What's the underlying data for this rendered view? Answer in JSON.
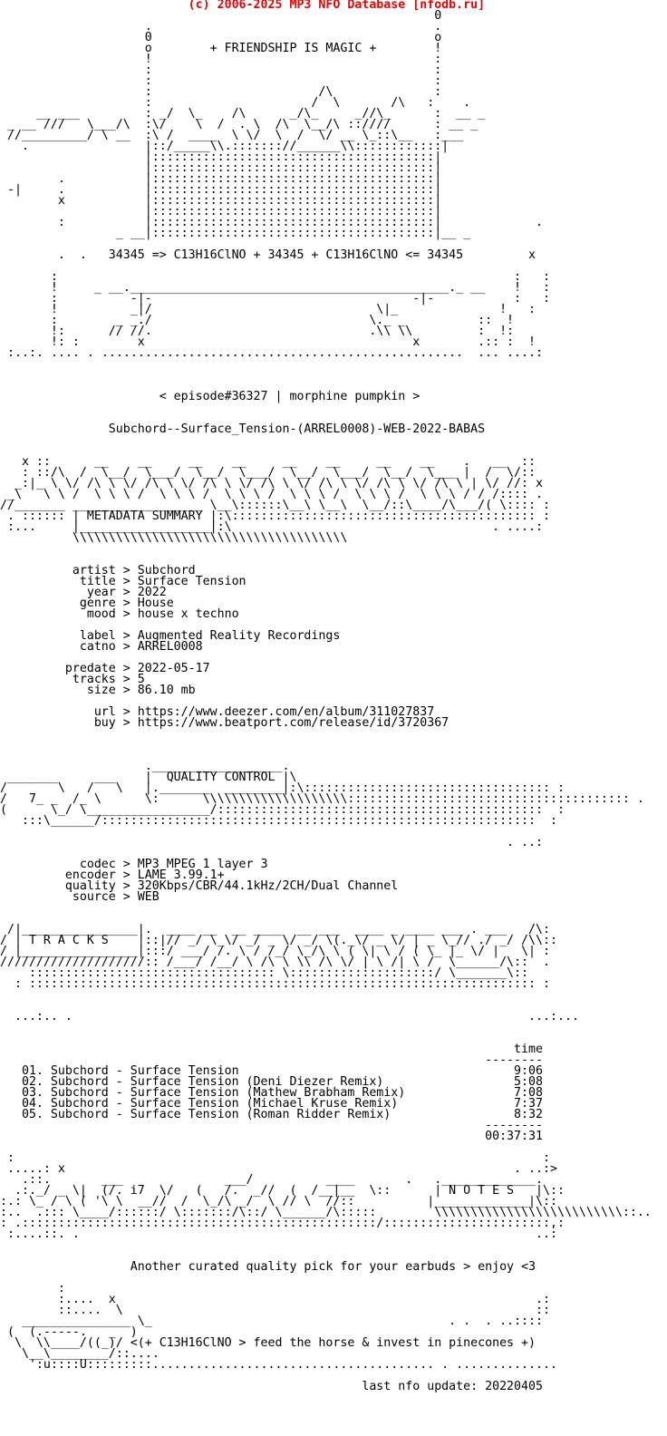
{
  "site": {
    "copyright_line": "                          (c) 2006-2025 MP3 NFO Database [nfodb.ru]",
    "copyright_text": "(c) 2006-2025 MP3 NFO Database [nfodb.ru]",
    "accent_color": "#ee0000",
    "text_color": "#000000",
    "background_color": "#ffffff"
  },
  "nfo_meta": {
    "slogan": "+ FRIENDSHIP IS MAGIC +",
    "chem_line": "34345 => C13H16ClNO + 34345 + C13H16ClNO <= 34345",
    "episode_line": "< episode#36327 | morphine pumpkin >",
    "release_name": "Subchord--Surface_Tension-(ARREL0008)-WEB-2022-BABAS",
    "section_metadata": "METADATA SUMMARY",
    "section_quality": "QUALITY CONTROL",
    "section_tracks": "T R A C K S",
    "section_notes": "N O T E S",
    "notes_line": "Another curated quality pick for your earbuds > enjoy <3",
    "horse_line": "<(+ C13H16ClNO > feed the horse & invest in pinecones +)",
    "last_update_line": "last nfo update: 20220405",
    "last_update": "20220405"
  },
  "release": {
    "artist": "Subchord",
    "title": "Surface Tension",
    "year": "2022",
    "genre": "House",
    "mood": "house x techno",
    "label": "Augmented Reality Recordings",
    "catno": "ARREL0008",
    "predate": "2022-05-17",
    "tracks": "5",
    "size": "86.10 mb",
    "url": "https://www.deezer.com/en/album/311027837",
    "buy": "https://www.beatport.com/release/id/3720367"
  },
  "quality": {
    "codec": "MP3 MPEG 1 layer 3",
    "encoder": "LAME 3.99.1+",
    "quality": "320Kbps/CBR/44.1kHz/2CH/Dual Channel",
    "source": "WEB"
  },
  "tracklist": {
    "time_header": "time",
    "total_time": "00:37:31",
    "tracks": [
      {
        "num": "01",
        "title": "Subchord - Surface Tension",
        "time": "9:06"
      },
      {
        "num": "02",
        "title": "Subchord - Surface Tension (Deni Diezer Remix)",
        "time": "5:08"
      },
      {
        "num": "03",
        "title": "Subchord - Surface Tension (Mathew Brabham Remix)",
        "time": "7:08"
      },
      {
        "num": "04",
        "title": "Subchord - Surface Tension (Michael Kruse Remix)",
        "time": "7:37"
      },
      {
        "num": "05",
        "title": "Subchord - Surface Tension (Roman Ridder Remix)",
        "time": "8:32"
      }
    ]
  },
  "nfo_body_lines": [
    "                                                            0",
    "                    .                                       .",
    "                    0                                       o",
    "                    o        + FRIENDSHIP IS MAGIC +        !",
    "                    !                                       :",
    "                    :                                       :",
    "                    :                                       :",
    "                    :                       /\\              :",
    "                    :                      /  \\       /\\   :    .",
    "     __ ___         : _/  \\_    /\\      _/\\_     _//\\_      :  __ _",
    " _ __ ///   \\___/\\  :\\/    \\  /  . \\  /\\  \\__/\\ ::////      : __ _",
    " //_________/ \\ __  :\\ /  ____  \\ \\/  \\  /  \\/ __ \\_::\\__   :___",
    "   .                |::/_____\\\\.::::::://______\\\\::::::::::::|",
    "                    |:::::::::::::::::::::::::::::::::::::::|",
    "                    |:::::::::::::::::::::::::::::::::::::::|",
    "        .           |:::::::::::::::::::::::::::::::::::::::|",
    " -|     .           |:::::::::::::::::::::::::::::::::::::::|",
    "        x           |:::::::::::::::::::::::::::::::::::::::|",
    "                    |:::::::::::::::::::::::::::::::::::::::|",
    "        :           |:::::::::::::::::::::::::::::::::::::::|             .",
    "                _ __|:::::::::::::::::::::::::::::::::::::::|__ _",
    "",
    "        .  .   34345 => C13H16ClNO + 34345 + C13H16ClNO <= 34345         x",
    "",
    "       :                                                               :   :",
    "       !     _ __.____________________________________________._ __    !   :",
    "       :          -|-                                    -|-           :   :",
    "       !          _|/                               \\|_              !   :",
    "       :        _ _./                              \\._ _          ::  !",
    "       !:      // //.                              .\\\\ \\\\         :  !:",
    "       !: :        x                                     x        .:: :  !",
    " :..:. .... . ..................................................  ... ....:",
    "",
    "",
    "",
    "                      < episode#36327 | morphine pumpkin >",
    "",
    "",
    "               Subchord--Surface_Tension-(ARREL0008)-WEB-2022-BABAS",
    "",
    "",
    "   x ::      __    __     __    __     __    __     __    __    .   __  ::",
    "   : ::/\\  /  \\__/  \\___/  \\__/  \\___/  \\__/  \\___/  \\__/  \\___ |  /  \\/::",
    "  _:|_ \\ \\/ /\\ \\ \\/ /\\ \\ \\/ /\\ \\ \\/ /\\ \\ \\/ /\\ \\ \\/ /\\ \\ \\/ /\\ \\ | \\/ //: x",
    " _\\   \\ \\ /  \\ \\ \\ /  \\ \\ \\ /  \\ \\ \\ /  \\ \\ \\ /  \\ \\ \\ /  \\ \\ \\ / / /:::: .",
    "//_______ __________________ \\__\\::::::\\__\\ \\__\\  \\__/::\\____/\\___/( \\:::: :",
    " . :::::: | METADATA SUMMARY |:\\:::::::::::::::::::::::::::::::::::::::::: :",
    " :...     |__________________|:\\                                    . ....:",
    "          \\\\\\\\\\\\\\\\\\\\\\\\\\\\\\\\\\\\\\\\\\\\\\\\\\\\\\\\\\\\\\\\\\\\\\\\\\\\",
    "",
    "",
    "          artist > Subchord",
    "           title > Surface Tension",
    "            year > 2022",
    "           genre > House",
    "            mood > house x techno",
    "",
    "           label > Augmented Reality Recordings",
    "           catno > ARREL0008",
    "",
    "         predate > 2022-05-17",
    "          tracks > 5",
    "            size > 86.10 mb",
    "",
    "             url > https://www.deezer.com/en/album/311027837",
    "             buy > https://www.beatport.com/release/id/3720367",
    "",
    "",
    "",
    "                    .__________________.",
    " _______     ___    |  QUALITY CONTROL |\\",
    "/       \\   /   \\   |._______  ________|:\\:::::::::::::::::::::::::::::::::: :",
    "/   7_ _  /_ \\      \\:      \\\\\\\\\\\\\\\\\\\\\\\\\\\\\\\\\\\\\\\\::::::::::::::::::::::::::::::::::::::: .",
    "(      \\_/ \\_________________/:::::::::::::::::::::::::::::::::::::::::::::  :",
    "   :::\\______/::::::::::::::::::::::::::::::::::::::::::::::::::::::::::::  :",
    "",
    "                                                                      . ..:",
    "",
    "           codec > MP3 MPEG 1 layer 3",
    "         encoder > LAME 3.99.1+",
    "         quality > 320Kbps/CBR/44.1kHz/2CH/Dual Channel",
    "          source > WEB",
    "",
    "",
    " /|________________|.  ____ __  __ ____  __ ___  ____ _ ____ ___ . ___   /\\:",
    "/ | T R A C K S    |::|// _/ \\_\\/ _/ _ \\/ _/ \\(._\\/ _ \\/ | _ \\_// ./ _/ /\\\\::",
    "/ |________________|:::/ ___/ /. \\ / /_/ \\_/\\ \\ ( \\| \\ / ( \\_ |_ \\/ |   \\| :",
    "////////////////////:: /___/ /__/ \\ /\\ \\ \\\\ /\\ \\/ | \\ /| \\ /  \\______/\\::  .",
    "    :::::::::::::::::::::::::::::::::: \\::::::::::::::::::::/ \\_______\\::",
    "  : :::::::::::::::::::::::::::::::::::::::::::::::::::::::::::::::::::::: :",
    "",
    "",
    "  ...:.. .                                                               ...:...",
    "",
    "",
    "                                                                       time",
    "                                                                   --------",
    "   01. Subchord - Surface Tension                                      9:06",
    "   02. Subchord - Surface Tension (Deni Diezer Remix)                  5:08",
    "   03. Subchord - Surface Tension (Mathew Brabham Remix)               7:08",
    "   04. Subchord - Surface Tension (Michael Kruse Remix)                7:37",
    "   05. Subchord - Surface Tension (Roman Ridder Remix)                 8:32",
    "                                                                   --------",
    "                                                                   00:37:31",
    "",
    " :                                                                         :",
    " .....: x                                                              . ..:>",
    "   .::.       ___              ___/          ____       .   ._____________.",
    "  .:._/ _ \\|  (/. i7  \\/   (   /.  _//  (  /__|__  \\::      | N O T E S   |\\::",
    ":.: \\_ / \\ ( '\\ \\  __//  /  \\_/\\ _/  \\ // \\  //::          |_____________|\\::",
    ":..  .::: \\____/::::::/ \\:::::::/\\::/ \\______/\\:::::        \\\\\\\\\\\\\\\\\\\\\\\\\\\\\\\\\\\\\\\\\\\\\\\\\\\\::..",
    ": .:::::::::::::::::::::::::::::::::::::::::::::::::/:::::::::::::::::::::::,:",
    " :....::. .                                                               ..:",
    "",
    "",
    "                  Another curated quality pick for your earbuds > enjoy <3",
    "",
    "        :",
    "        :....  x                                                          .:",
    "        ::....  \\                                                         ::",
    "   _______________ \\_                                         . .  . ..::::",
    " (  (.-----.   _  )",
    "  \\  \\\\____/((_)/ <(+ C13H16ClNO > feed the horse & invest in pinecones +)",
    "   \\__\\________/::....",
    "    ':u::::U:::::::::....................................... . ..............",
    "",
    "                                                  last nfo update: 20220405",
    "",
    "",
    "",
    ""
  ]
}
